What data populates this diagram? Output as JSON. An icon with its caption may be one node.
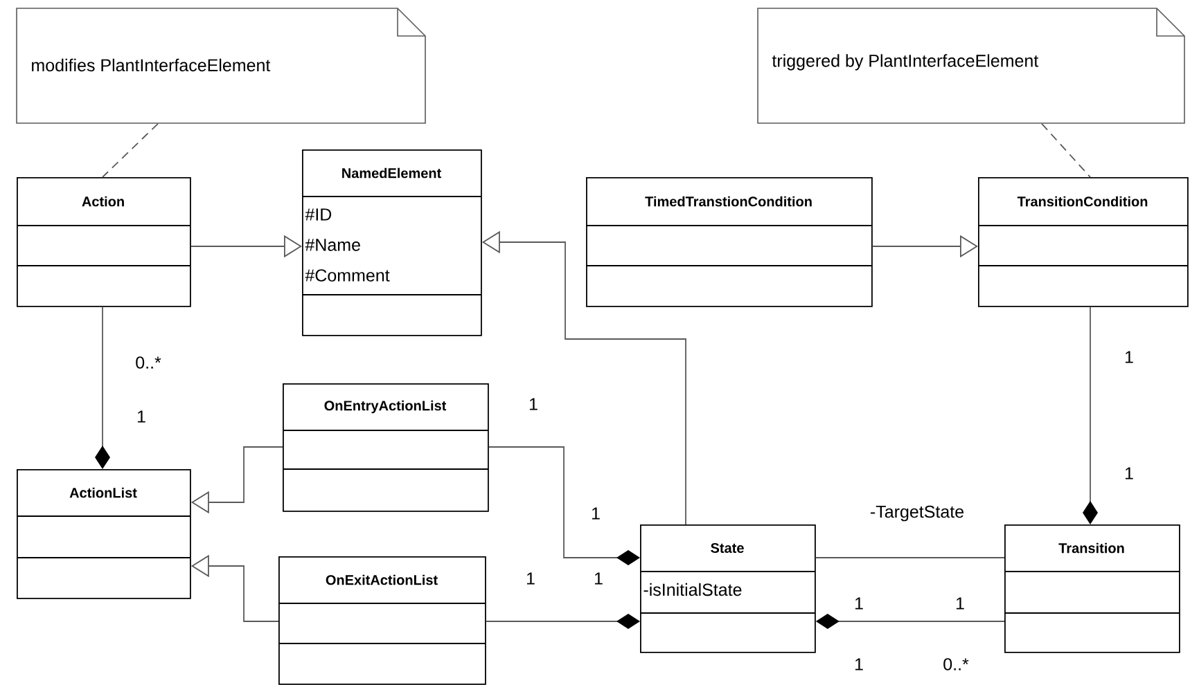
{
  "diagram": {
    "nodes": [
      {
        "text": [
          "modifies PlantInterfaceElement"
        ]
      },
      {
        "text": [
          "triggered by PlantInterfaceElement"
        ]
      },
      {
        "text": [
          "Action"
        ]
      },
      {
        "text": [
          "NamedElement",
          "#ID",
          "#Name",
          "#Comment"
        ]
      },
      {
        "text": [
          "TimedTranstionCondition"
        ]
      },
      {
        "text": [
          "TransitionCondition"
        ]
      },
      {
        "text": [
          "OnEntryActionList"
        ]
      },
      {
        "text": [
          "ActionList"
        ]
      },
      {
        "text": [
          "OnExitActionList"
        ]
      },
      {
        "text": [
          "State",
          "-isInitialState"
        ]
      },
      {
        "text": [
          "Transition"
        ]
      }
    ],
    "edges": [
      {
        "from": 0,
        "to": 2,
        "arrow": "none",
        "style": "dashed"
      },
      {
        "from": 1,
        "to": 5,
        "arrow": "none",
        "style": "dashed"
      },
      {
        "from": 2,
        "to": 3,
        "arrow": "to"
      },
      {
        "from": 9,
        "to": 3,
        "arrow": "to"
      },
      {
        "from": 4,
        "to": 5,
        "arrow": "to"
      },
      {
        "from": 2,
        "to": 7,
        "arrow": "other"
      },
      {
        "from": 6,
        "to": 7,
        "arrow": "to"
      },
      {
        "from": 8,
        "to": 7,
        "arrow": "to"
      },
      {
        "from": 6,
        "to": 9,
        "arrow": "other"
      },
      {
        "from": 8,
        "to": 9,
        "arrow": "other"
      },
      {
        "from": 5,
        "to": 10,
        "arrow": "other"
      },
      {
        "from": 9,
        "to": 10,
        "arrow": "none",
        "label": "-TargetState"
      },
      {
        "from": 10,
        "to": 9,
        "arrow": "other"
      }
    ],
    "labels": [
      "1",
      "0..*",
      "1",
      "1",
      "1",
      "1",
      "1",
      "1",
      "1",
      "1",
      "1",
      "0..*"
    ]
  }
}
